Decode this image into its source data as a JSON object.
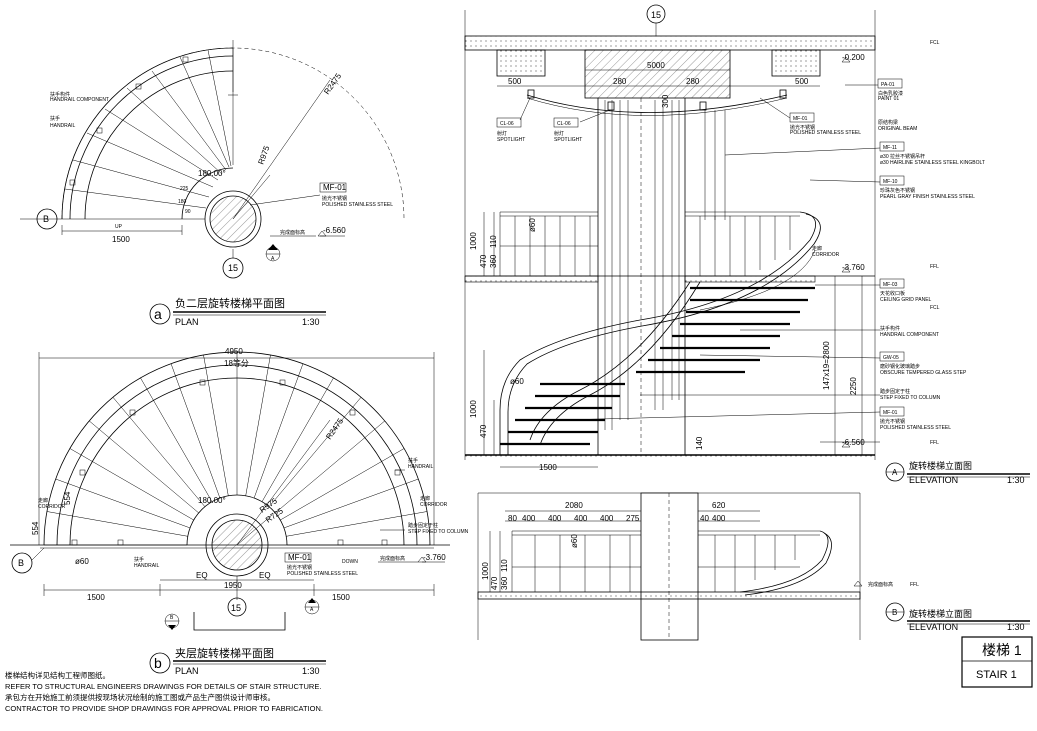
{
  "grid": {
    "axis": "15",
    "axis_b": "B"
  },
  "plan_a": {
    "letter": "a",
    "title_cn": "负二层旋转楼梯平面图",
    "title_en": "PLAN",
    "scale": "1:30",
    "dims": {
      "width": "1500",
      "r_outer": "R2475",
      "r_inner": "R975",
      "angle": "180.00°",
      "level": "-6.560",
      "up": "UP",
      "d1": "225",
      "d2": "180",
      "d3": "90"
    },
    "tags": {
      "handrail_component_cn": "扶手构件",
      "handrail_component_en": "HANDRAIL COMPONENT",
      "handrail_cn": "扶手",
      "handrail_en": "HANDRAIL",
      "mf01": "MF-01",
      "mf01_cn": "抛光不锈钢",
      "mf01_en": "POLISHED STAINLESS STEEL",
      "level_label": "完成面标高"
    }
  },
  "plan_b": {
    "letter": "b",
    "title_cn": "夹层旋转楼梯平面图",
    "title_en": "PLAN",
    "scale": "1:30",
    "dims": {
      "overall": "4950",
      "overall_sub": "18等分",
      "r_outer": "R2475",
      "r_inner": "R975",
      "r_core": "R725",
      "angle": "180.00°",
      "left": "1500",
      "center": "1950",
      "right": "1500",
      "eq1": "EQ",
      "eq2": "EQ",
      "d554a": "554",
      "d554b": "554",
      "d60": "ø60",
      "level": "-3.760",
      "down": "DOWN"
    },
    "tags": {
      "handrail_cn": "扶手",
      "handrail_en": "HANDRAIL",
      "corridor_cn": "走廊",
      "corridor_en": "CORRIDOR",
      "corridor2_cn": "走廊",
      "corridor2_en": "CORRIDOR",
      "step_cn": "踏步固定于柱",
      "step_en": "STEP FIXED TO COLUMN",
      "mf01": "MF-01",
      "mf01_cn": "抛光不锈钢",
      "mf01_en": "POLISHED STAINLESS STEEL",
      "handrail2_cn": "扶手",
      "handrail2_en": "HANDRAIL",
      "level_label": "完成面标高"
    }
  },
  "elev_a": {
    "letter": "A",
    "title_cn": "旋转楼梯立面图",
    "title_en": "ELEVATION",
    "scale": "1:30",
    "dims": {
      "w5000": "5000",
      "w500a": "500",
      "w500b": "500",
      "w280a": "280",
      "w280b": "280",
      "h300": "300",
      "h1000a": "1000",
      "h470a": "470",
      "h360": "360",
      "h110": "110",
      "h460": "ø60",
      "h1000b": "1000",
      "h470b": "470",
      "h460b": "ø60",
      "steps": "147x19=2800",
      "h2250": "2250",
      "h140": "140",
      "w1500": "1500",
      "lv1": "-0.200",
      "lv2": "-3.760",
      "lv3": "-6.560"
    },
    "tags": {
      "cl06a": "CL-06",
      "cl06a_cn": "射灯",
      "cl06a_en": "SPOTLIGHT",
      "cl06b": "CL-06",
      "cl06b_cn": "射灯",
      "cl06b_en": "SPOTLIGHT",
      "mf01a": "MF-01",
      "mf01a_cn": "抛光不锈钢",
      "mf01a_en": "POLISHED STAINLESS STEEL",
      "pa01": "PA-01",
      "pa01_cn": "白色乳胶漆",
      "pa01_en": "PAINT 01",
      "beam_cn": "原结构梁",
      "beam_en": "ORIGINAL BEAM",
      "mf11": "MF-11",
      "mf11_cn": "ø30 拉丝不锈钢吊杆",
      "mf11_en": "ø30 HAIRLINE STAINLESS STEEL KINGBOLT",
      "mf10": "MF-10",
      "mf10_cn": "珍珠灰色不锈钢",
      "mf10_en": "PEARL GRAY FINISH STAINLESS STEEL",
      "corridor_cn": "走廊",
      "corridor_en": "CORRIDOR",
      "ffl_a": "FFL",
      "fcl_top": "FCL",
      "mf03": "MF-03",
      "mf03_cn": "天花收口板",
      "mf03_en": "CEILING GRID PANEL",
      "fcl_mid": "FCL",
      "handrail_comp_cn": "扶手构件",
      "handrail_comp_en": "HANDRAIL COMPONENT",
      "gw05": "GW-05",
      "gw05_cn": "磨砂钢化玻璃踏步",
      "gw05_en": "OBSCURE TEMPERED GLASS STEP",
      "step_cn": "踏步固定于柱",
      "step_en": "STEP FIXED TO COLUMN",
      "mf01b": "MF-01",
      "mf01b_cn": "抛光不锈钢",
      "mf01b_en": "POLISHED STAINLESS STEEL",
      "ffl_b": "FFL"
    }
  },
  "elev_b": {
    "letter": "B",
    "title_cn": "旋转楼梯立面图",
    "title_en": "ELEVATION",
    "scale": "1:30",
    "dims": {
      "w2080": "2080",
      "s80": "80",
      "s400a": "400",
      "s400b": "400",
      "s400c": "400",
      "s400d": "400",
      "s275": "275",
      "w620": "620",
      "s40": "40",
      "s400e": "400",
      "h1000": "1000",
      "h470": "470",
      "h360": "360",
      "h110": "110",
      "d60": "ø60",
      "ffl": "FFL"
    }
  },
  "title_block": {
    "cn": "楼梯 1",
    "en": "STAIR 1"
  },
  "notes": [
    "楼梯结构详见结构工程师图纸。",
    "REFER TO STRUCTURAL ENGINEERS DRAWINGS FOR DETAILS OF STAIR STRUCTURE.",
    "承包方在开始施工前须提供按现场状况绘制的施工图或产品生产图供设计师审核。",
    "CONTRACTOR TO PROVIDE SHOP DRAWINGS FOR APPROVAL PRIOR TO FABRICATION."
  ]
}
